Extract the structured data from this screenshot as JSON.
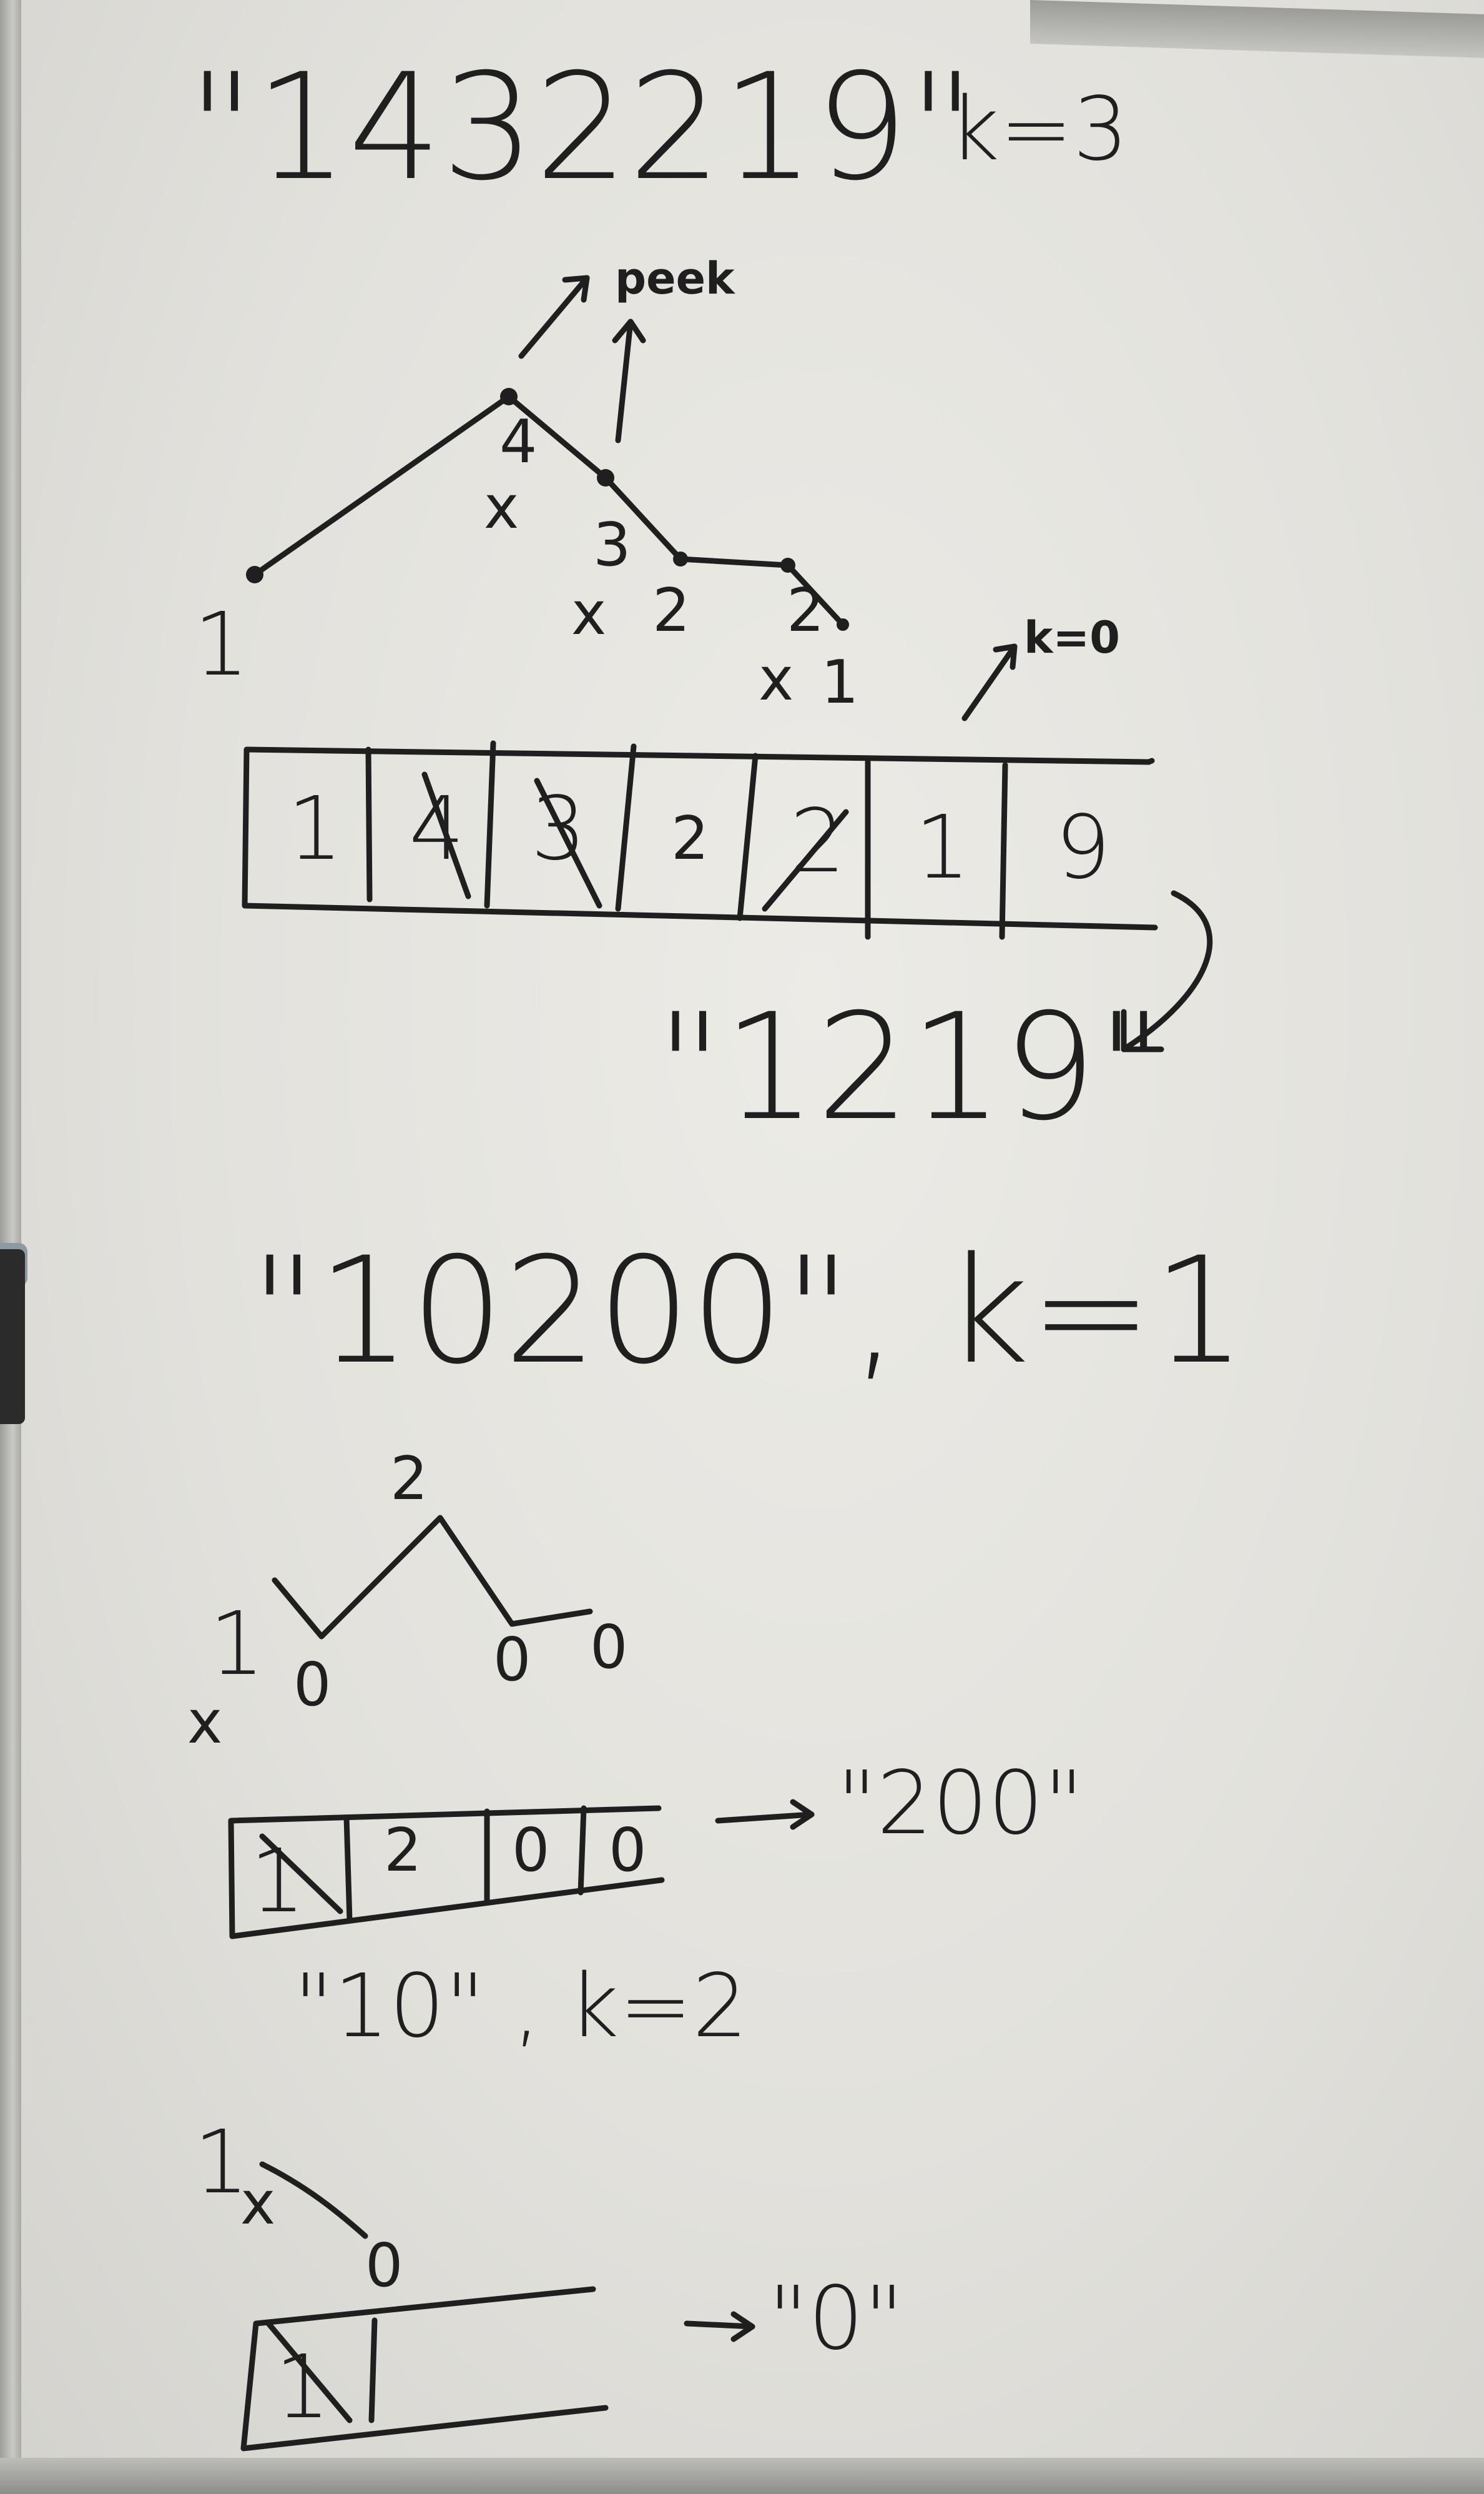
{
  "problem1": {
    "input": "\"1432219\"",
    "k_label": "k=3",
    "peek_label": "peek",
    "graph_digits": [
      "1",
      "4",
      "3",
      "2",
      "2",
      "1"
    ],
    "removed_mark": "x",
    "k_end_label": "k=0",
    "array": [
      "1",
      "4",
      "3",
      "2",
      "2",
      "1",
      "9"
    ],
    "result": "\"1219\""
  },
  "problem2": {
    "input": "\"10200\", k=1",
    "graph_digits": [
      "1",
      "0",
      "2",
      "0",
      "0"
    ],
    "removed_mark": "x",
    "array": [
      "1",
      "2",
      "0",
      "0"
    ],
    "result": "\"200\""
  },
  "problem3": {
    "input": "\"10\" , k=2",
    "graph_digits": [
      "1",
      "0"
    ],
    "removed_mark": "x",
    "array": [
      "1"
    ],
    "result": "\"0\""
  }
}
